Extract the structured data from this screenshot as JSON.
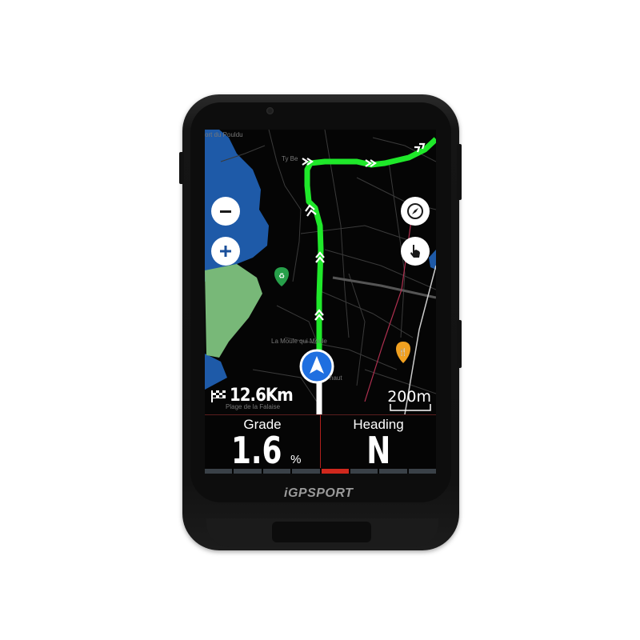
{
  "device": {
    "brand_logo": "iGPSPORT"
  },
  "map": {
    "place_labels": [
      "ort du Pouldu",
      "Ty Be",
      "La Moule qui Moule",
      "haut",
      "Plage de la Falaise"
    ],
    "icons": {
      "zoom_out": "minus-icon",
      "zoom_in": "plus-icon",
      "compass": "compass-icon",
      "pan": "hand-pointer-icon",
      "recycle_poi": "recycle-icon",
      "food_poi": "fork-knife-icon",
      "position": "navigation-arrow-icon",
      "finish": "checkered-flag-icon"
    },
    "remaining_distance": "12.6Km",
    "scale_label": "200m",
    "colors": {
      "route": "#1fe82a",
      "water": "#1e5aa8",
      "park": "#78b878",
      "position": "#1f6fe0"
    }
  },
  "data_fields": [
    {
      "label": "Grade",
      "value": "1.6",
      "unit": "%"
    },
    {
      "label": "Heading",
      "value": "N",
      "unit": ""
    }
  ],
  "pager": {
    "pages": 8,
    "active_index": 4
  }
}
